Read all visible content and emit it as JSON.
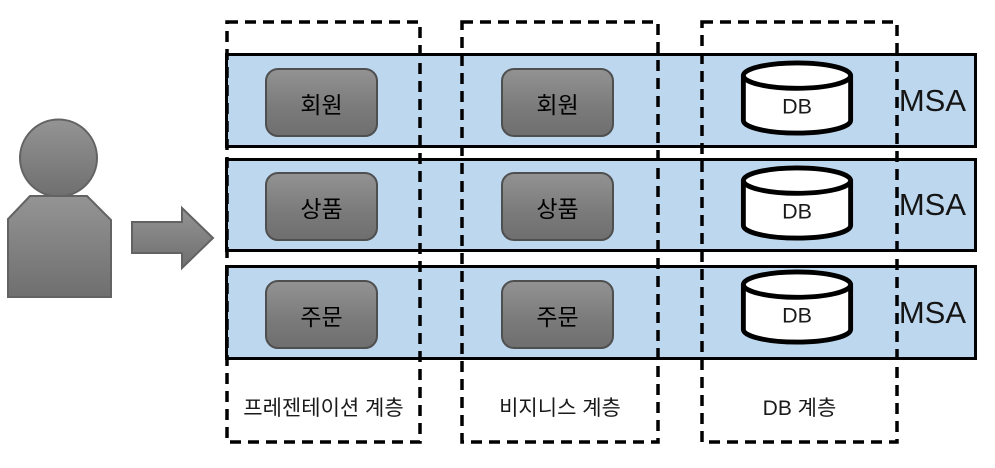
{
  "diagram": {
    "kind": "msa-architecture-diagram",
    "actor": {
      "icon": "person-icon",
      "arrow_icon": "right-block-arrow-icon"
    },
    "bands": [
      {
        "msa_label": "MSA"
      },
      {
        "msa_label": "MSA"
      },
      {
        "msa_label": "MSA"
      }
    ],
    "rows": [
      {
        "presentation": "회원",
        "business": "회원",
        "db": "DB"
      },
      {
        "presentation": "상품",
        "business": "상품",
        "db": "DB"
      },
      {
        "presentation": "주문",
        "business": "주문",
        "db": "DB"
      }
    ],
    "layers": [
      {
        "label": "프레젠테이션 계층"
      },
      {
        "label": "비지니스 계층"
      },
      {
        "label": "DB 계층"
      }
    ],
    "colors": {
      "band_fill": "#BDD7EE",
      "band_border": "#000000",
      "node_fill": "#808080",
      "node_border": "#4F4F4F",
      "actor_fill": "#808080",
      "cylinder_fill": "#FFFFFF",
      "cylinder_border": "#000000",
      "dashed_border": "#000000"
    }
  }
}
